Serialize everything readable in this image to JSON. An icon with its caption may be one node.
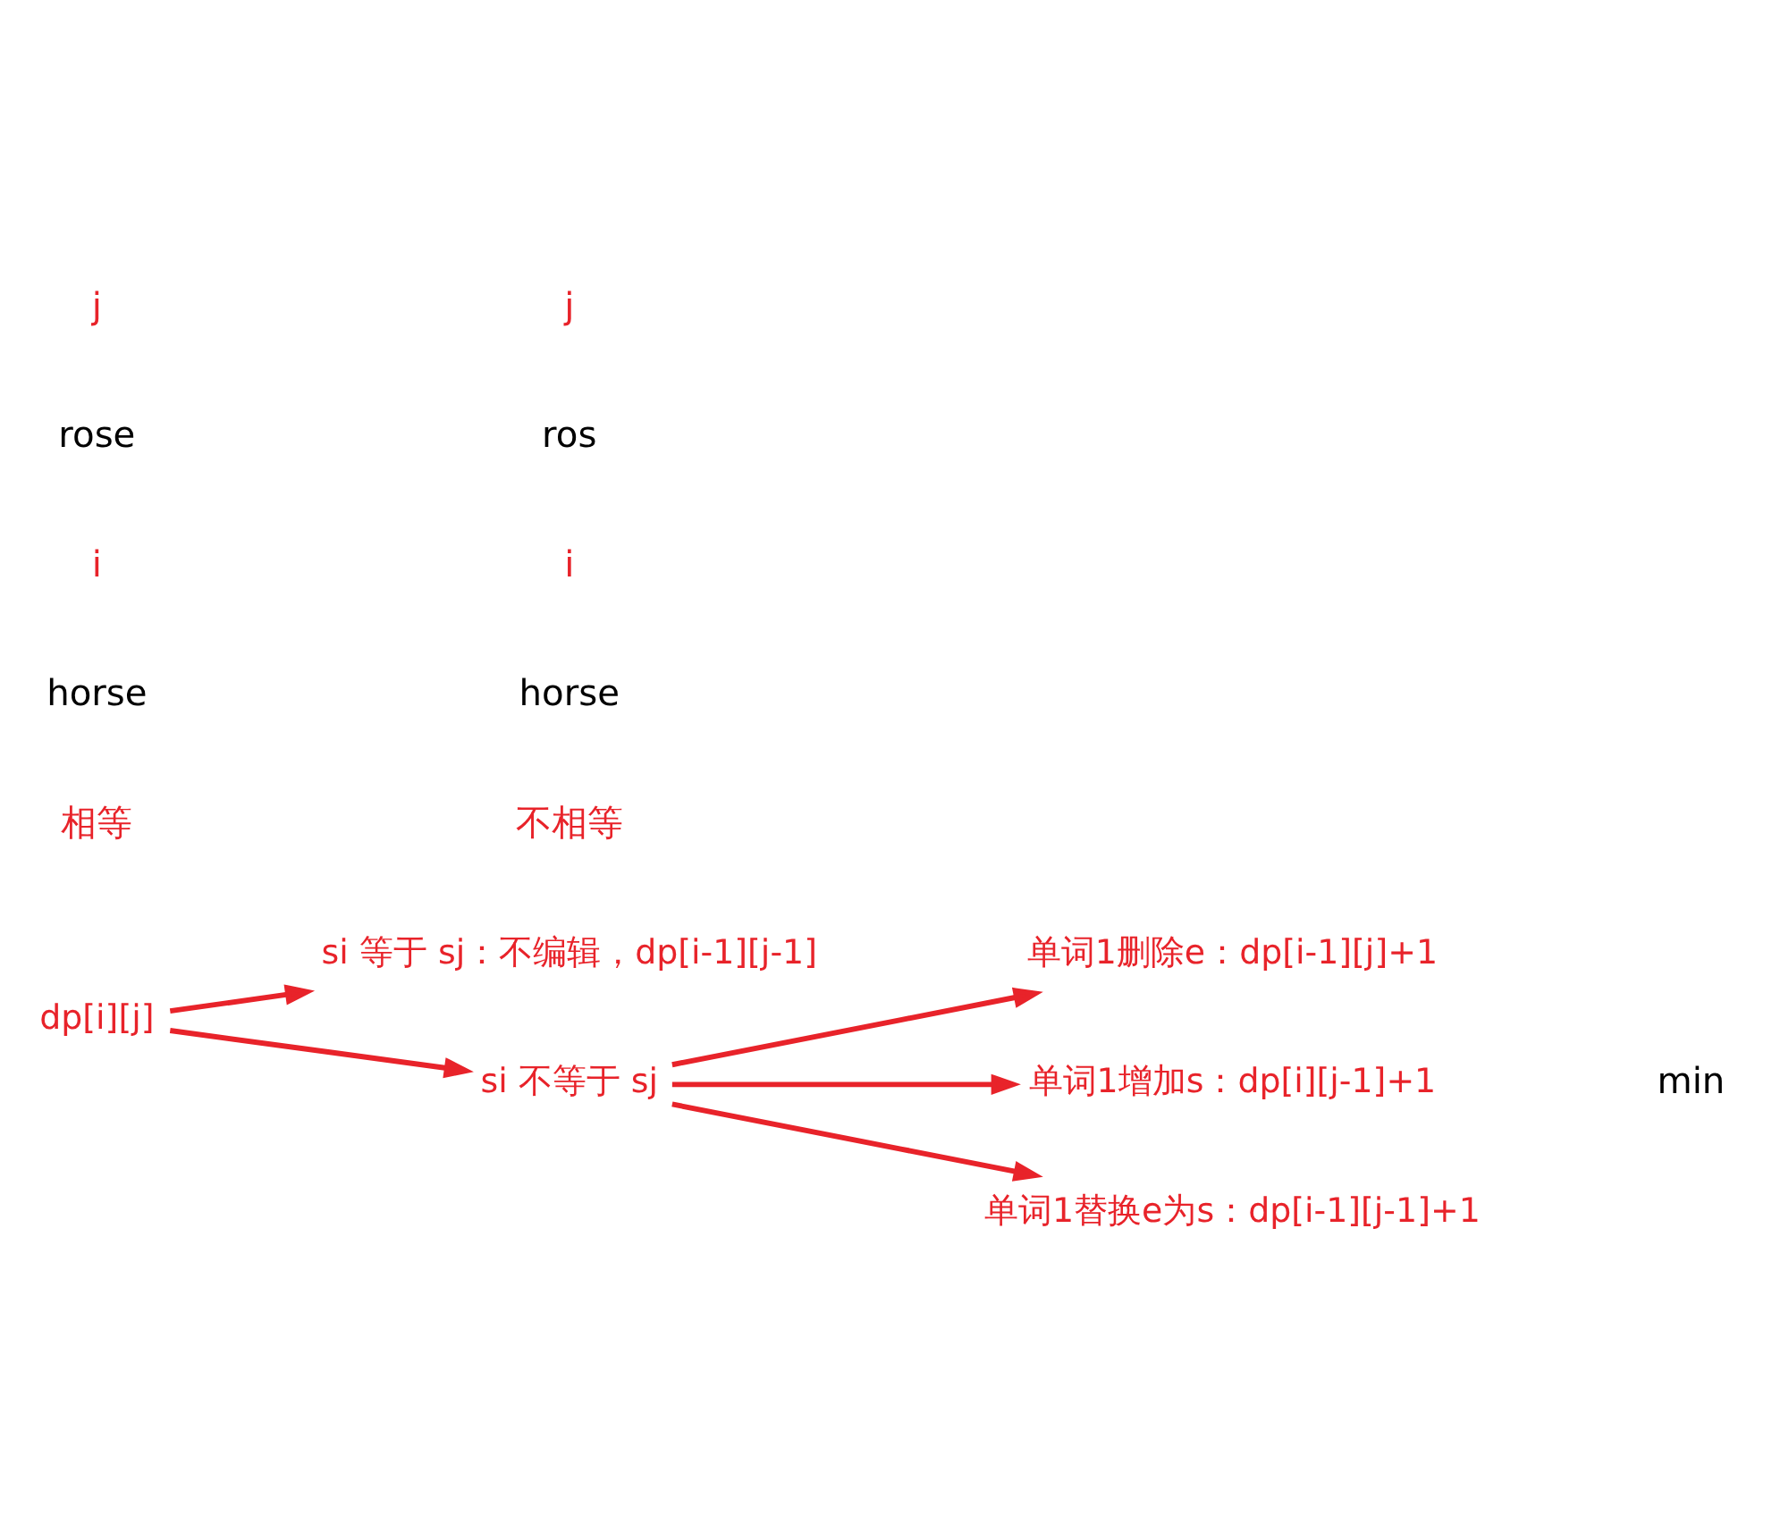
{
  "diagram": {
    "nodes": [
      {
        "text": [
          "dp[i][j]"
        ]
      },
      {
        "text": [
          "si 等于 sj：不编辑，dp[i-1][j-1]"
        ]
      },
      {
        "text": [
          "si 不等于 sj"
        ]
      },
      {
        "text": [
          "单词1删除e：dp[i-1][j]+1"
        ]
      },
      {
        "text": [
          "单词1增加s：dp[i][j-1]+1"
        ]
      },
      {
        "text": [
          "单词1替换e为s：dp[i-1][j-1]+1"
        ]
      }
    ],
    "edges": [
      {
        "from": 0,
        "to": 1,
        "arrow": "to"
      },
      {
        "from": 0,
        "to": 2,
        "arrow": "to"
      },
      {
        "from": 2,
        "to": 3,
        "arrow": "to"
      },
      {
        "from": 2,
        "to": 4,
        "arrow": "to"
      },
      {
        "from": 2,
        "to": 5,
        "arrow": "to"
      }
    ],
    "labels": [
      "相等",
      "不相等",
      "horse",
      "horse",
      "i",
      "i",
      "rose",
      "ros",
      "j",
      "j",
      "min"
    ]
  }
}
